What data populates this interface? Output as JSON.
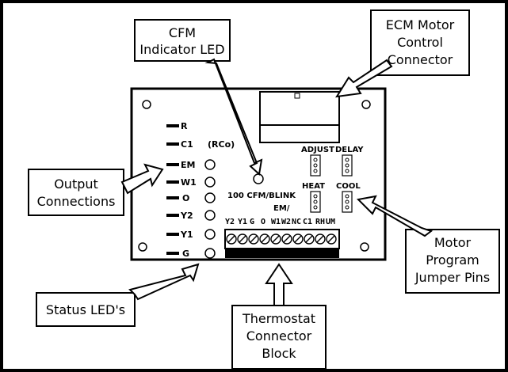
{
  "callouts": {
    "cfm_led": [
      "CFM",
      "Indicator LED"
    ],
    "ecm_connector": [
      "ECM Motor",
      "Control",
      "Connector"
    ],
    "output_connections": [
      "Output",
      "Connections"
    ],
    "status_leds": [
      "Status LED's"
    ],
    "thermostat_block": [
      "Thermostat",
      "Connector",
      "Block"
    ],
    "jumper_pins": [
      "Motor",
      "Program",
      "Jumper Pins"
    ]
  },
  "board": {
    "outputs": [
      "R",
      "C1",
      "EM",
      "W1",
      "O",
      "Y2",
      "Y1",
      "G"
    ],
    "rco_label": "(RCo)",
    "cfm_blink_label": "100 CFM/BLINK",
    "em_label": "EM/",
    "terminal_labels": [
      "Y2",
      "Y1",
      "G",
      "O",
      "W1",
      "W2",
      "NC",
      "C1",
      "RH",
      "UM"
    ],
    "jumpers": {
      "adjust": "ADJUST",
      "delay": "DELAY",
      "heat": "HEAT",
      "cool": "COOL"
    }
  }
}
